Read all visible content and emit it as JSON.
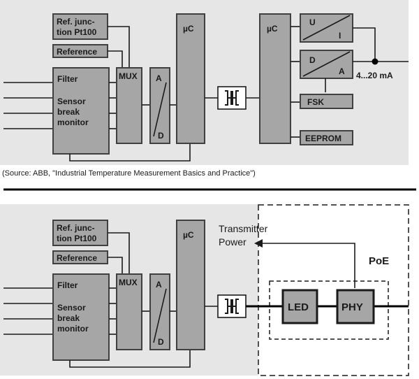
{
  "top": {
    "ref_junction": [
      "Ref. junc-",
      "tion Pt100"
    ],
    "reference": "Reference",
    "filter": "Filter",
    "sensor": [
      "Sensor",
      "break",
      "monitor"
    ],
    "mux": "MUX",
    "adc_top": "A",
    "adc_bottom": "D",
    "uc_left": "µC",
    "uc_right": "µC",
    "ui_u": "U",
    "ui_i": "I",
    "da_d": "D",
    "da_a": "A",
    "current_range": "4...20 mA",
    "fsk": "FSK",
    "eeprom": "EEPROM",
    "source": "(Source: ABB, \"Industrial Temperature Measurement Basics and Practice\")"
  },
  "bottom": {
    "ref_junction": [
      "Ref. junc-",
      "tion Pt100"
    ],
    "reference": "Reference",
    "filter": "Filter",
    "sensor": [
      "Sensor",
      "break",
      "monitor"
    ],
    "mux": "MUX",
    "adc_top": "A",
    "adc_bottom": "D",
    "uc": "µC",
    "transmitter_power": [
      "Transmitter",
      "Power"
    ],
    "poe": "PoE",
    "led": "LED",
    "phy": "PHY"
  },
  "colors": {
    "panel": "#e6e6e6",
    "block": "#a6a6a6",
    "block_border": "#404040",
    "poe_area": "#ffffff"
  }
}
